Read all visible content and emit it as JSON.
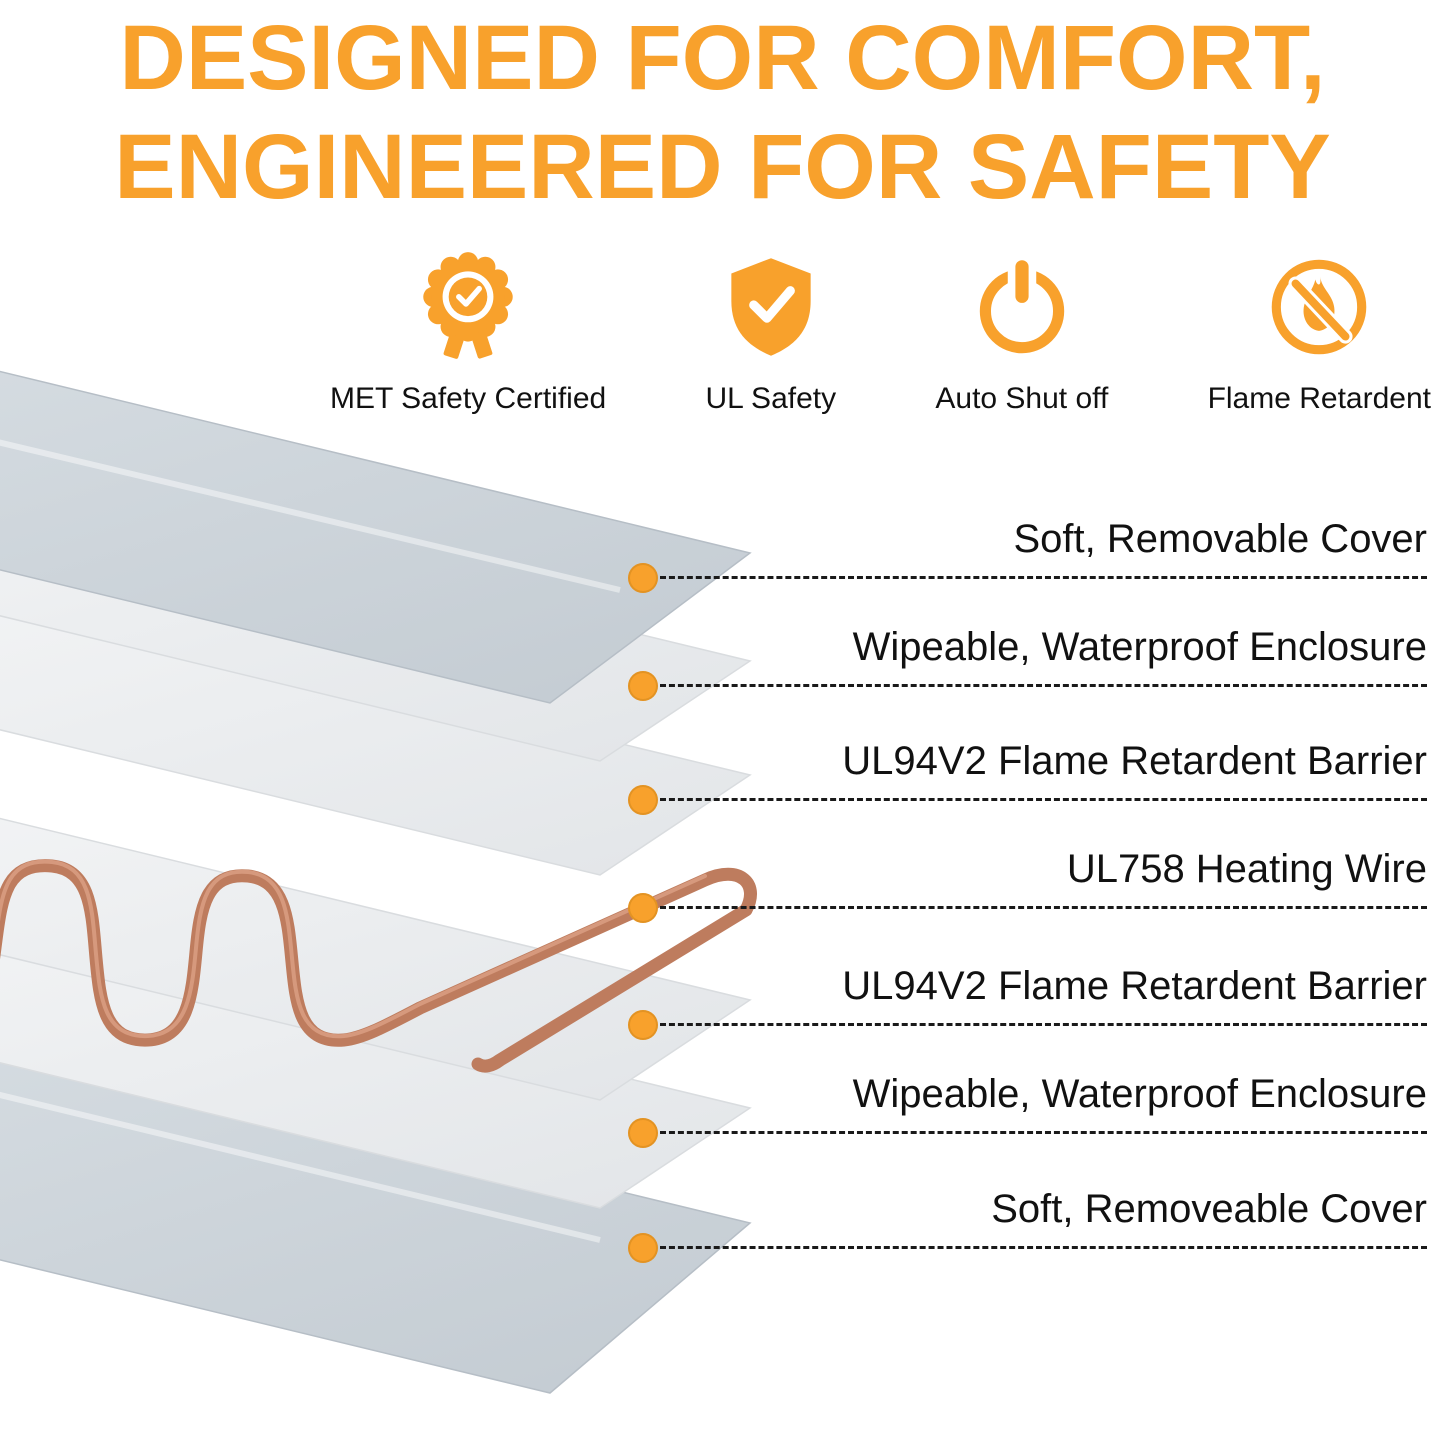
{
  "colors": {
    "accent": "#F8A12C",
    "wire": "#BE7C5E",
    "text": "#111111",
    "dash": "#1A1A1A",
    "cover_gray": "#CBD3D9",
    "sheet_white": "#F2F4F5",
    "background": "#FFFFFF"
  },
  "headline": {
    "line1": "DESIGNED FOR COMFORT,",
    "line2": "ENGINEERED FOR SAFETY"
  },
  "features": [
    {
      "icon": "met-certified-badge-icon",
      "label": "MET Safety Certified"
    },
    {
      "icon": "ul-safety-shield-icon",
      "label": "UL Safety"
    },
    {
      "icon": "auto-shutoff-power-icon",
      "label": "Auto Shut off"
    },
    {
      "icon": "flame-retardent-icon",
      "label": "Flame Retardent"
    }
  ],
  "layers": [
    {
      "label": "Soft, Removable Cover"
    },
    {
      "label": "Wipeable, Waterproof Enclosure"
    },
    {
      "label": "UL94V2 Flame Retardent Barrier"
    },
    {
      "label": "UL758 Heating Wire"
    },
    {
      "label": "UL94V2 Flame Retardent Barrier"
    },
    {
      "label": "Wipeable, Waterproof Enclosure"
    },
    {
      "label": "Soft, Removeable Cover"
    }
  ]
}
